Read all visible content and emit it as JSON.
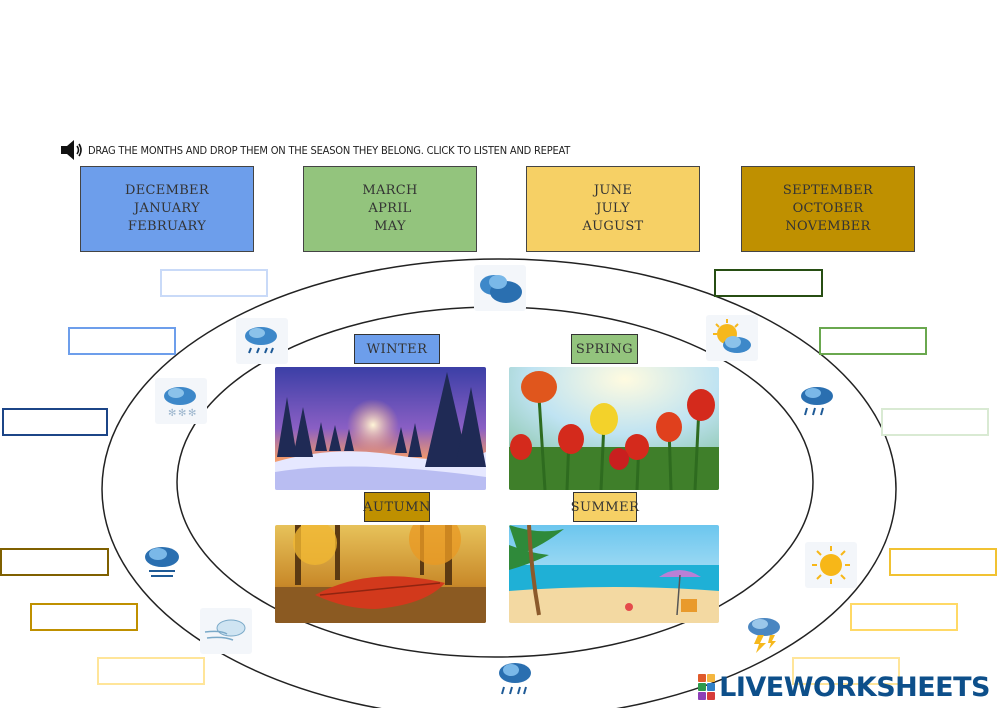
{
  "instruction": "DRAG THE MONTHS AND DROP THEM ON THE SEASON THEY BELONG. CLICK TO LISTEN AND REPEAT",
  "month_groups": [
    {
      "months": [
        "DECEMBER",
        "JANUARY",
        "FEBRUARY"
      ],
      "color": "#6d9eeb"
    },
    {
      "months": [
        "MARCH",
        "APRIL",
        "MAY"
      ],
      "color": "#93c47d"
    },
    {
      "months": [
        "JUNE",
        "JULY",
        "AUGUST"
      ],
      "color": "#f6d065"
    },
    {
      "months": [
        "SEPTEMBER",
        "OCTOBER",
        "NOVEMBER"
      ],
      "color": "#bf9000"
    }
  ],
  "seasons": {
    "winter": {
      "label": "WINTER",
      "color": "#6d9eeb"
    },
    "spring": {
      "label": "SPRING",
      "color": "#93c47d"
    },
    "autumn": {
      "label": "AUTUMN",
      "color": "#bf9000"
    },
    "summer": {
      "label": "SUMMER",
      "color": "#f6d065"
    }
  },
  "drop_zone_colors": {
    "winter": [
      "#c9daf8",
      "#6d9eeb",
      "#1c4587"
    ],
    "spring": [
      "#274e13",
      "#6aa84f",
      "#d9ead3"
    ],
    "autumn": [
      "#7f6000",
      "#bf9000",
      "#ffe599"
    ],
    "summer": [
      "#f1c232",
      "#ffd966",
      "#ffe599"
    ]
  },
  "weather_icons": [
    "clouds-icon",
    "sun-cloud-icon",
    "rain-cloud-icon",
    "sun-icon",
    "storm-cloud-icon",
    "heavy-rain-icon",
    "wind-icon",
    "snow-rain-icon",
    "snow-cloud-icon",
    "sleet-cloud-icon"
  ],
  "brand": {
    "name": "LIVEWORKSHEETS",
    "color": "#0d4f8a"
  }
}
